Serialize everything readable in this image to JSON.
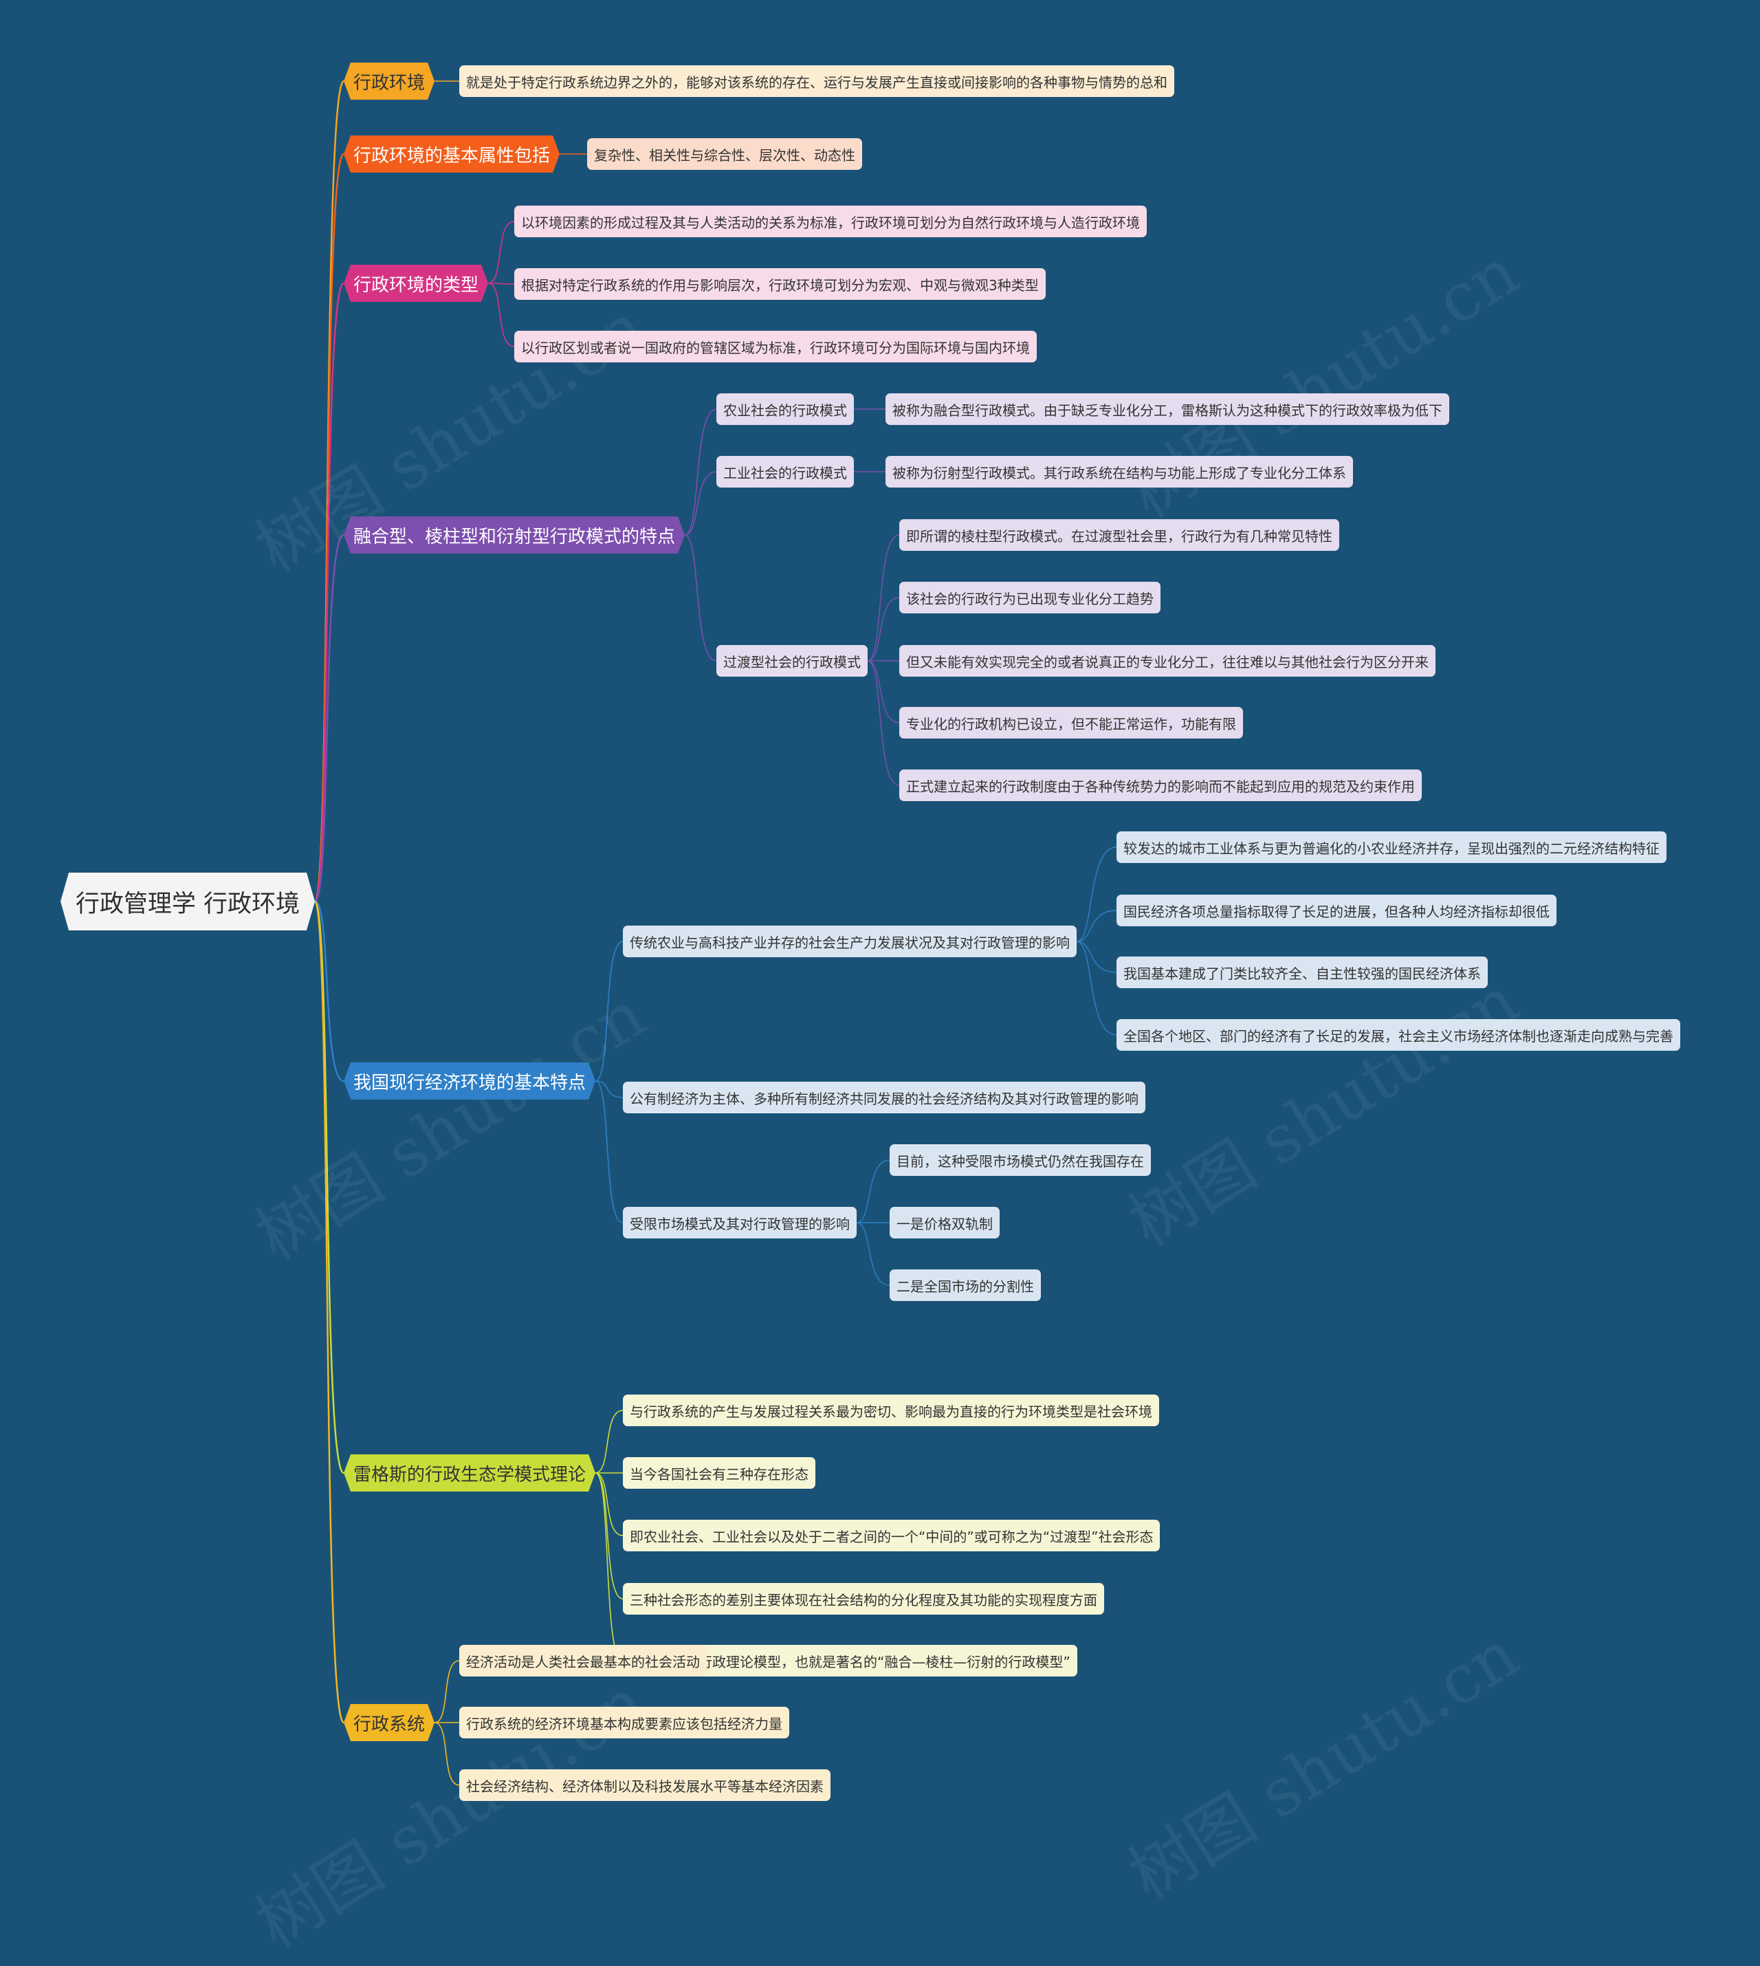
{
  "root": "行政管理学  行政环境",
  "branches": [
    {
      "label": "行政环境",
      "color": "#f5a623",
      "text": "#333333",
      "leaf_bg": "#fbecd2",
      "children": [
        {
          "label": "就是处于特定行政系统边界之外的，能够对该系统的存在、运行与发展产生直接或间接影响的各种事物与情势的总和"
        }
      ]
    },
    {
      "label": "行政环境的基本属性包括",
      "color": "#f35e1b",
      "text": "#ffffff",
      "leaf_bg": "#fbdbc9",
      "children": [
        {
          "label": "复杂性、相关性与综合性、层次性、动态性"
        }
      ]
    },
    {
      "label": "行政环境的类型",
      "color": "#d63384",
      "text": "#ffffff",
      "leaf_bg": "#f7dbe8",
      "children": [
        {
          "label": "以环境因素的形成过程及其与人类活动的关系为标准，行政环境可划分为自然行政环境与人造行政环境"
        },
        {
          "label": "根据对特定行政系统的作用与影响层次，行政环境可划分为宏观、中观与微观3种类型"
        },
        {
          "label": "以行政区划或者说一国政府的管辖区域为标准，行政环境可分为国际环境与国内环境"
        }
      ]
    },
    {
      "label": "融合型、棱柱型和衍射型行政模式的特点",
      "color": "#7d4fae",
      "text": "#ffffff",
      "leaf_bg": "#e5dcef",
      "children": [
        {
          "label": "农业社会的行政模式",
          "children": [
            {
              "label": "被称为融合型行政模式。由于缺乏专业化分工，雷格斯认为这种模式下的行政效率极为低下"
            }
          ]
        },
        {
          "label": "工业社会的行政模式",
          "children": [
            {
              "label": "被称为衍射型行政模式。其行政系统在结构与功能上形成了专业化分工体系"
            }
          ]
        },
        {
          "label": "过渡型社会的行政模式",
          "children": [
            {
              "label": "即所谓的棱柱型行政模式。在过渡型社会里，行政行为有几种常见特性"
            },
            {
              "label": "该社会的行政行为已出现专业化分工趋势"
            },
            {
              "label": "但又未能有效实现完全的或者说真正的专业化分工，往往难以与其他社会行为区分开来"
            },
            {
              "label": "专业化的行政机构已设立，但不能正常运作，功能有限"
            },
            {
              "label": "正式建立起来的行政制度由于各种传统势力的影响而不能起到应用的规范及约束作用"
            }
          ]
        }
      ]
    },
    {
      "label": "我国现行经济环境的基本特点",
      "color": "#2f80c8",
      "text": "#ffffff",
      "leaf_bg": "#d9e6f2",
      "children": [
        {
          "label": "传统农业与高科技产业并存的社会生产力发展状况及其对行政管理的影响",
          "children": [
            {
              "label": "较发达的城市工业体系与更为普遍化的小农业经济并存，呈现出强烈的二元经济结构特征"
            },
            {
              "label": "国民经济各项总量指标取得了长足的进展，但各种人均经济指标却很低"
            },
            {
              "label": "我国基本建成了门类比较齐全、自主性较强的国民经济体系"
            },
            {
              "label": "全国各个地区、部门的经济有了长足的发展，社会主义市场经济体制也逐渐走向成熟与完善"
            }
          ]
        },
        {
          "label": "公有制经济为主体、多种所有制经济共同发展的社会经济结构及其对行政管理的影响"
        },
        {
          "label": "受限市场模式及其对行政管理的影响",
          "children": [
            {
              "label": "目前，这种受限市场模式仍然在我国存在"
            },
            {
              "label": "一是价格双轨制"
            },
            {
              "label": "二是全国市场的分割性"
            }
          ]
        }
      ]
    },
    {
      "label": "雷格斯的行政生态学模式理论",
      "color": "#c9dd3a",
      "text": "#333333",
      "leaf_bg": "#f6f5d5",
      "children": [
        {
          "label": "与行政系统的产生与发展过程关系最为密切、影响最为直接的行为环境类型是社会环境"
        },
        {
          "label": "当今各国社会有三种存在形态"
        },
        {
          "label": "即农业社会、工业社会以及处于二者之间的一个“中间的”或可称之为“过渡型”社会形态"
        },
        {
          "label": "三种社会形态的差别主要体现在社会结构的分化程度及其功能的实现程度方面"
        },
        {
          "label": "较为系统的行政理论模型，也就是著名的“融合—棱柱—衍射的行政模型”"
        }
      ]
    },
    {
      "label": "行政系统",
      "color": "#f2b724",
      "text": "#333333",
      "leaf_bg": "#fbeecf",
      "children": [
        {
          "label": "经济活动是人类社会最基本的社会活动"
        },
        {
          "label": "行政系统的经济环境基本构成要素应该包括经济力量"
        },
        {
          "label": "社会经济结构、经济体制以及科技发展水平等基本经济因素"
        }
      ]
    }
  ],
  "watermark": "树图 shutu.cn"
}
